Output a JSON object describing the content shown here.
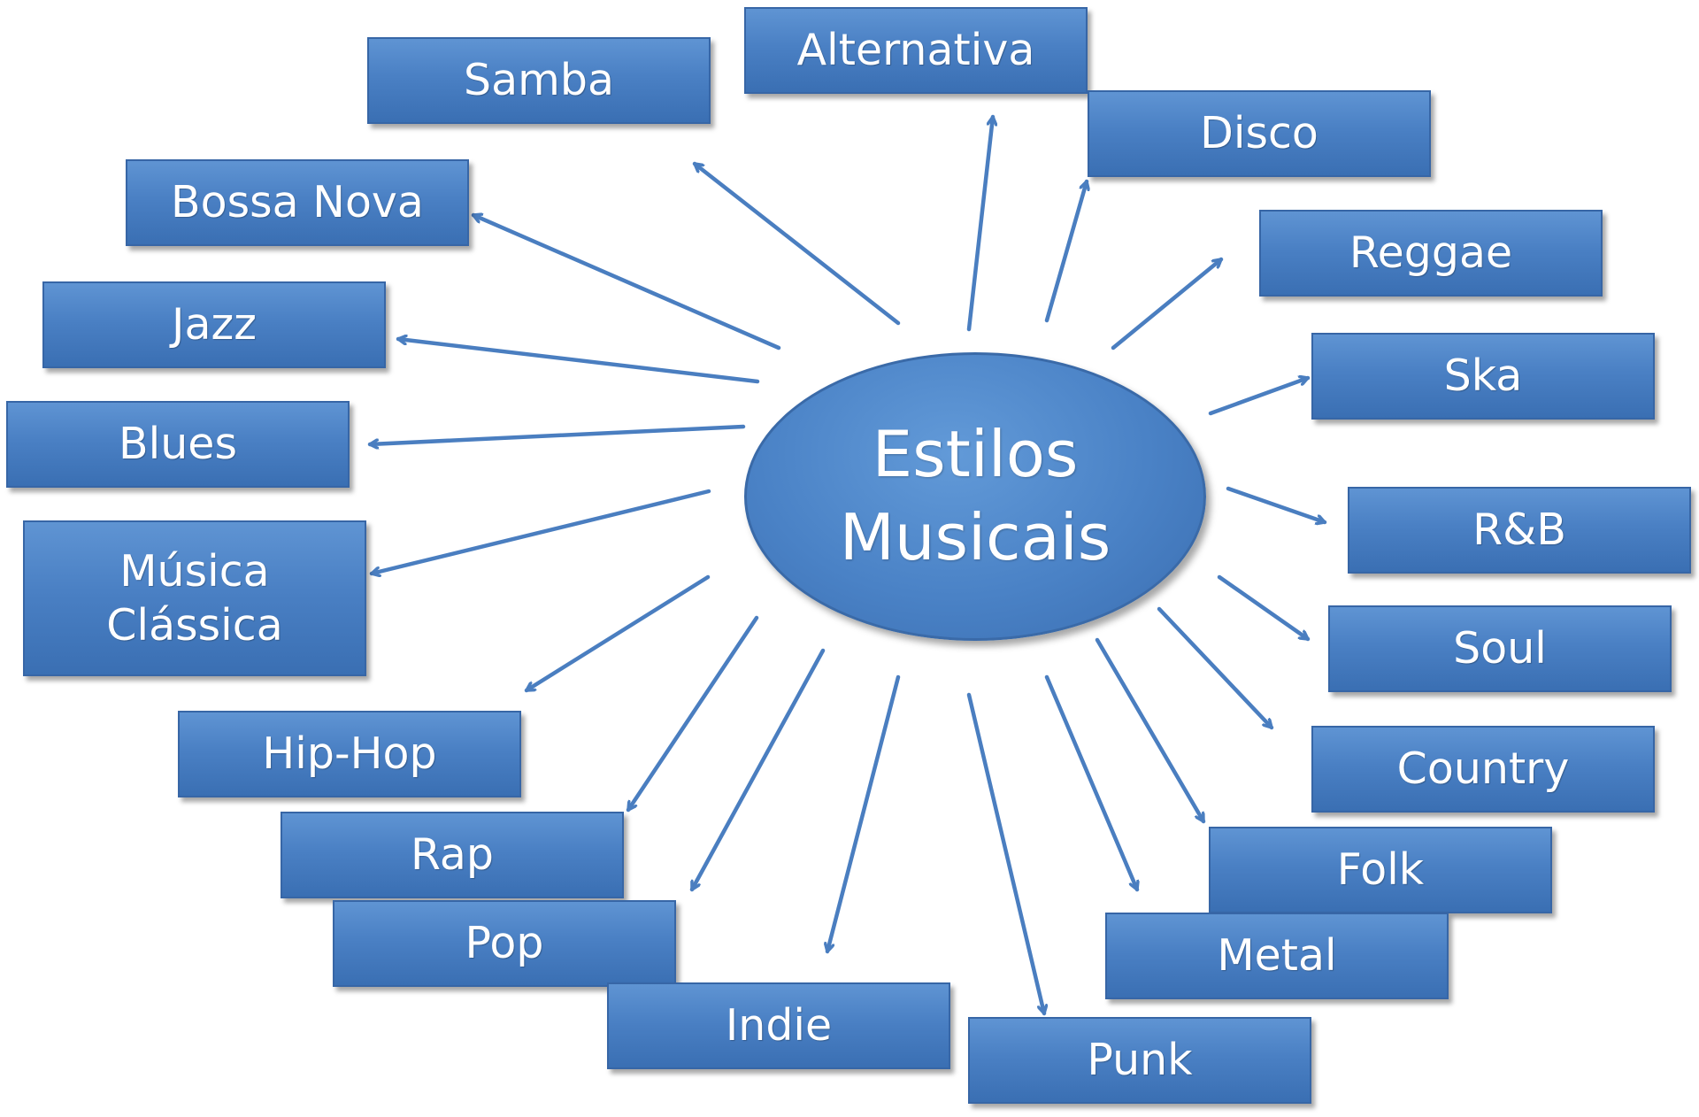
{
  "center": {
    "line1": "Estilos",
    "line2": "Musicais"
  },
  "styles": {
    "samba": "Samba",
    "alternativa": "Alternativa",
    "disco": "Disco",
    "bossa_nova": "Bossa Nova",
    "reggae": "Reggae",
    "jazz": "Jazz",
    "ska": "Ska",
    "blues": "Blues",
    "rnb": "R&B",
    "musica_classica_1": "Música",
    "musica_classica_2": "Clássica",
    "soul": "Soul",
    "hip_hop": "Hip-Hop",
    "country": "Country",
    "rap": "Rap",
    "folk": "Folk",
    "pop": "Pop",
    "metal": "Metal",
    "indie": "Indie",
    "punk": "Punk"
  },
  "colors": {
    "box_fill": "#4a80c4",
    "box_border": "#3766a6",
    "arrow": "#4a7ec0",
    "text": "#ffffff"
  }
}
